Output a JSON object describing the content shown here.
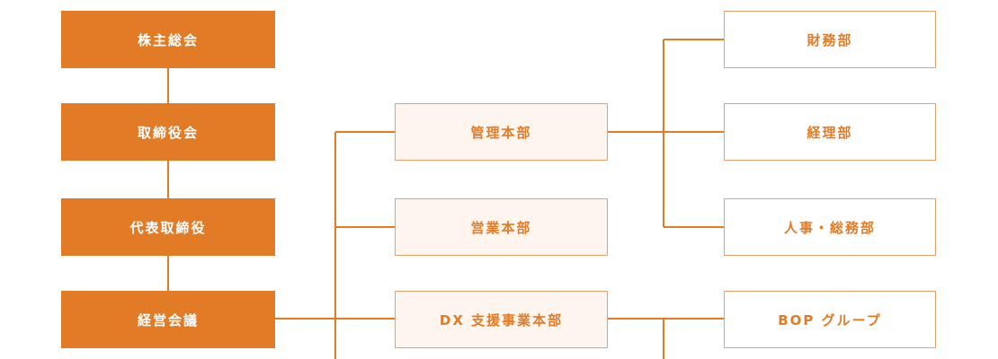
{
  "colors": {
    "accent": "#e27b26",
    "border": "#e9a06a",
    "light_fill": "#fdf5ee",
    "background": "#ffffff"
  },
  "diagram": {
    "governance": [
      {
        "id": "shareholders",
        "label": "株主総会"
      },
      {
        "id": "board",
        "label": "取締役会"
      },
      {
        "id": "representative",
        "label": "代表取締役"
      },
      {
        "id": "management-meeting",
        "label": "経営会議"
      }
    ],
    "divisions": [
      {
        "id": "administration",
        "label": "管理本部"
      },
      {
        "id": "sales",
        "label": "営業本部"
      },
      {
        "id": "dx-support",
        "label": "DX 支援事業本部"
      }
    ],
    "departments": [
      {
        "id": "finance",
        "label": "財務部",
        "parent": "administration"
      },
      {
        "id": "accounting",
        "label": "経理部",
        "parent": "administration"
      },
      {
        "id": "hr-general",
        "label": "人事・総務部",
        "parent": "administration"
      },
      {
        "id": "bop",
        "label": "BOP グループ",
        "parent": "dx-support"
      }
    ]
  }
}
